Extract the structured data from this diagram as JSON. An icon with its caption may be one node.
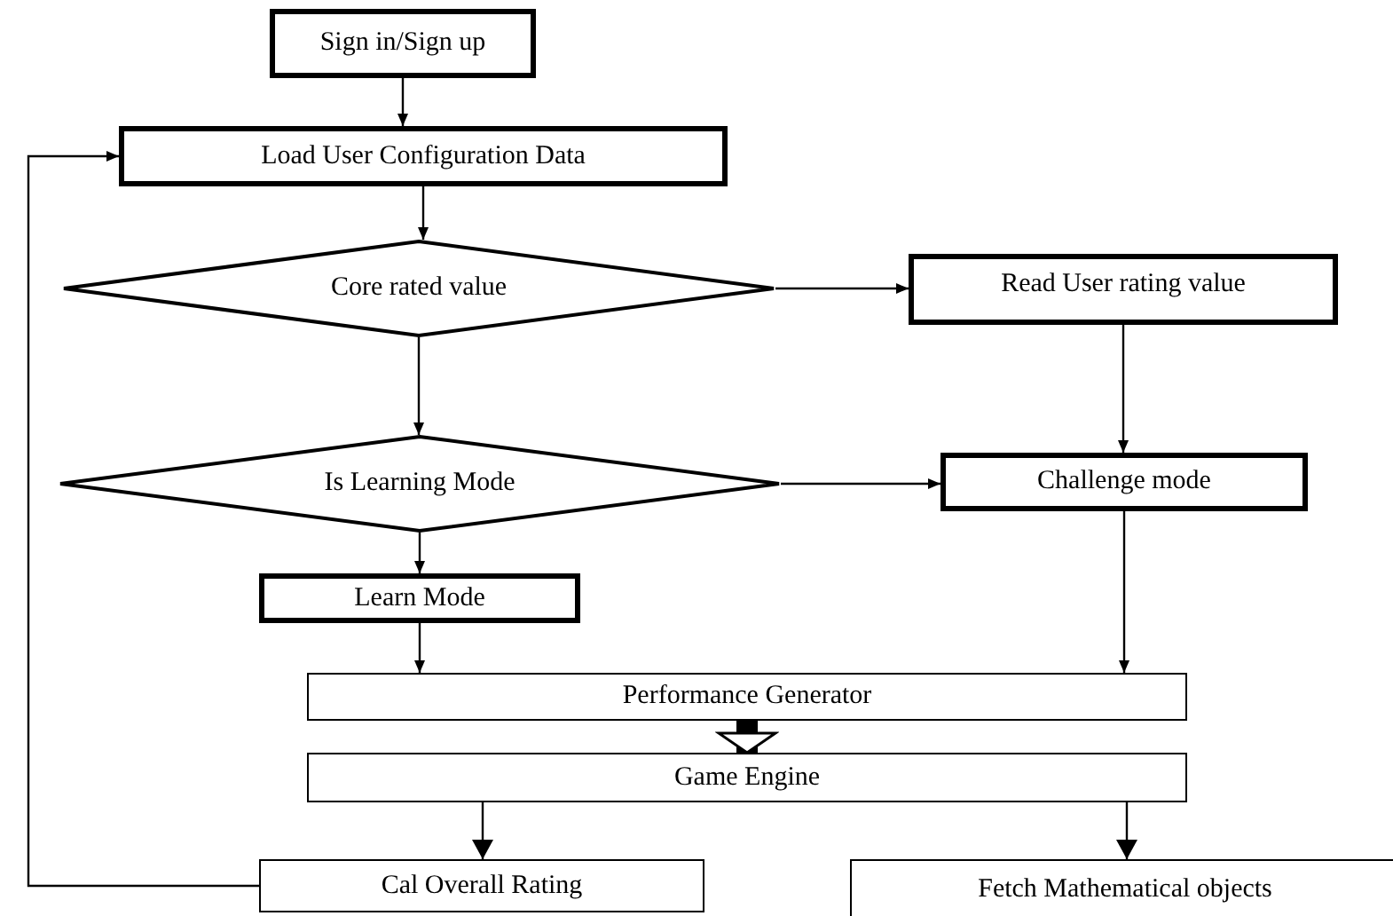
{
  "diagram": {
    "nodes": [
      {
        "text": [
          "Sign in/Sign up"
        ]
      },
      {
        "text": [
          "Load User Configuration Data"
        ]
      },
      {
        "text": [
          "Core rated value"
        ]
      },
      {
        "text": [
          "Read User rating value"
        ]
      },
      {
        "text": [
          "Is Learning Mode"
        ]
      },
      {
        "text": [
          "Challenge mode"
        ]
      },
      {
        "text": [
          "Learn Mode"
        ]
      },
      {
        "text": [
          "Performance Generator"
        ]
      },
      {
        "text": [
          "Game Engine"
        ]
      },
      {
        "text": [
          "Cal Overall Rating"
        ]
      },
      {
        "text": [
          "Fetch Mathematical objects"
        ]
      }
    ],
    "edges": [
      {
        "from": 0,
        "to": 1,
        "arrow": "to"
      },
      {
        "from": 1,
        "to": 2,
        "arrow": "to"
      },
      {
        "from": 2,
        "to": 3,
        "arrow": "to"
      },
      {
        "from": 2,
        "to": 4,
        "arrow": "to"
      },
      {
        "from": 4,
        "to": 5,
        "arrow": "to"
      },
      {
        "from": 3,
        "to": 5,
        "arrow": "to"
      },
      {
        "from": 4,
        "to": 6,
        "arrow": "to"
      },
      {
        "from": 6,
        "to": 7,
        "arrow": "to"
      },
      {
        "from": 5,
        "to": 7,
        "arrow": "to"
      },
      {
        "from": 7,
        "to": 8,
        "arrow": "to",
        "style": "thick"
      },
      {
        "from": 8,
        "to": 9,
        "arrow": "to"
      },
      {
        "from": 8,
        "to": 10,
        "arrow": "to"
      },
      {
        "from": 9,
        "to": 1,
        "arrow": "to"
      }
    ]
  }
}
